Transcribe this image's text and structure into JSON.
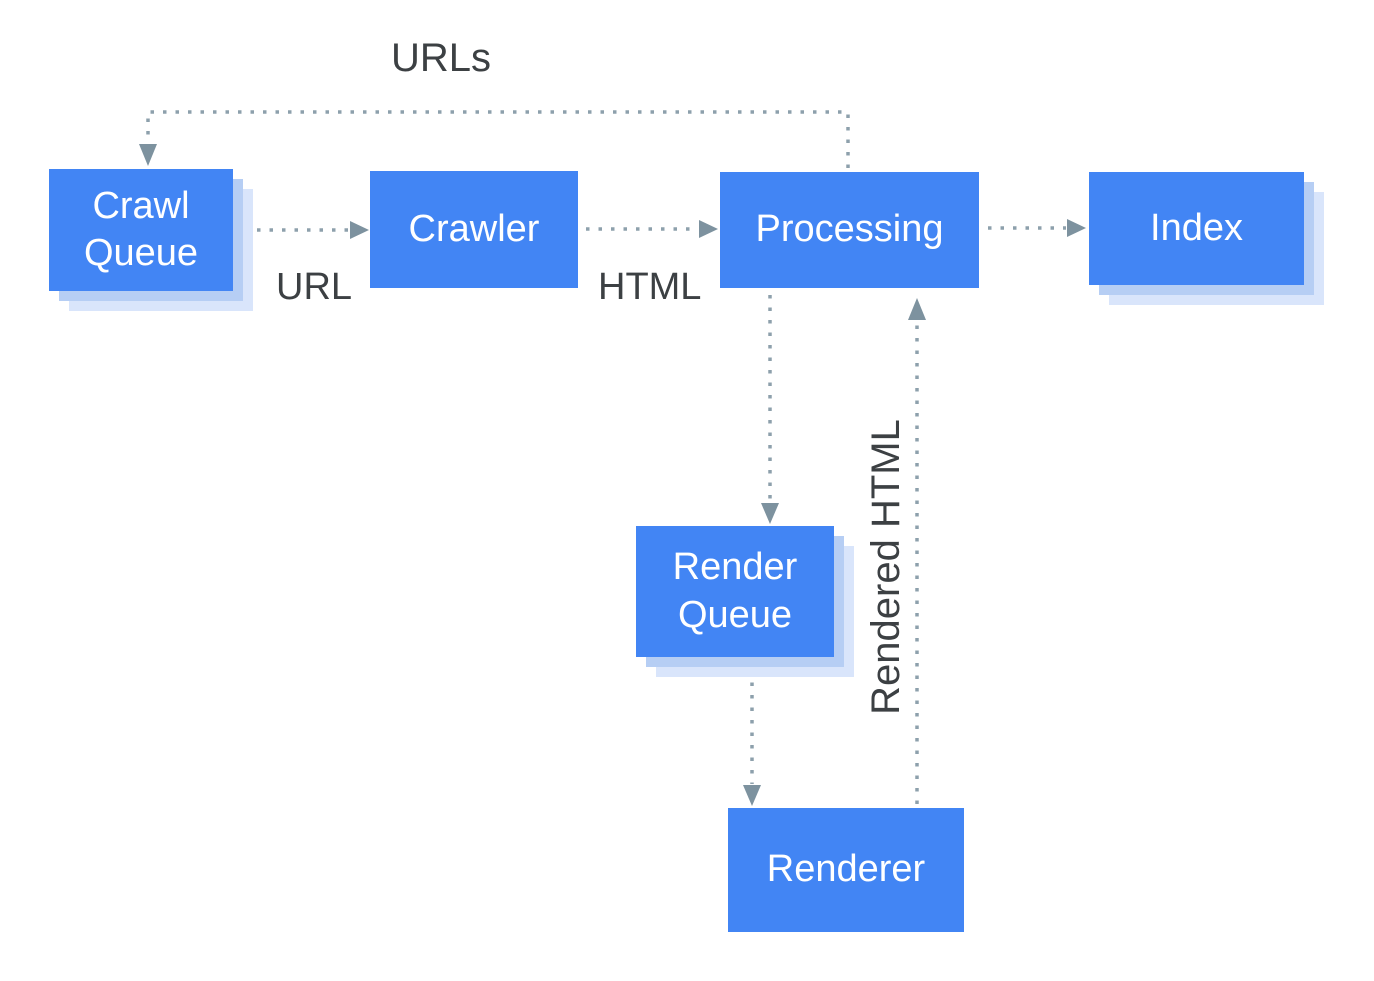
{
  "diagram": {
    "nodes": {
      "crawl_queue": {
        "label": "Crawl Queue",
        "type": "data-store"
      },
      "crawler": {
        "label": "Crawler",
        "type": "process"
      },
      "processing": {
        "label": "Processing",
        "type": "process"
      },
      "index": {
        "label": "Index",
        "type": "data-store"
      },
      "render_queue": {
        "label": "Render Queue",
        "type": "data-store"
      },
      "renderer": {
        "label": "Renderer",
        "type": "process"
      }
    },
    "edge_labels": {
      "urls": "URLs",
      "url": "URL",
      "html": "HTML",
      "rendered_html": "Rendered HTML"
    },
    "edges": [
      {
        "from": "processing",
        "to": "crawl_queue",
        "label": "URLs",
        "style": "dotted"
      },
      {
        "from": "crawl_queue",
        "to": "crawler",
        "label": "URL",
        "style": "dotted"
      },
      {
        "from": "crawler",
        "to": "processing",
        "label": "HTML",
        "style": "dotted"
      },
      {
        "from": "processing",
        "to": "index",
        "label": "",
        "style": "dotted"
      },
      {
        "from": "processing",
        "to": "render_queue",
        "label": "",
        "style": "dotted"
      },
      {
        "from": "render_queue",
        "to": "renderer",
        "label": "",
        "style": "dotted"
      },
      {
        "from": "renderer",
        "to": "processing",
        "label": "Rendered HTML",
        "style": "dotted"
      }
    ]
  },
  "colors": {
    "node-fill": "#4285F4",
    "node-text": "#FFFFFF",
    "shadow-inner": "#B6CEF4",
    "shadow-outer": "#D9E5FB",
    "edge-dots": "#8DA0AC",
    "arrowhead": "#7D929F",
    "label-text": "#3C4043",
    "background": "#FFFFFF"
  }
}
